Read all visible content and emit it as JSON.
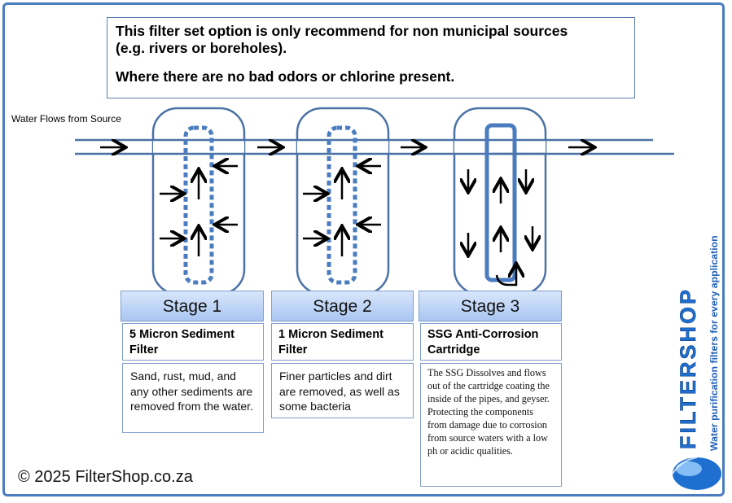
{
  "notice": {
    "line1": "This filter set option is only recommend for non municipal sources",
    "line2": "(e.g. rivers or boreholes).",
    "line3": "Where there are no bad odors or chlorine present."
  },
  "flow_label": "Water Flows from Source",
  "stages": [
    {
      "header": "Stage 1",
      "title": "5 Micron Sediment Filter",
      "description": "Sand, rust, mud, and any other sediments are removed from the water."
    },
    {
      "header": "Stage 2",
      "title": "1 Micron Sediment Filter",
      "description": "Finer particles and dirt are removed, as well as some bacteria"
    },
    {
      "header": "Stage 3",
      "title": "SSG Anti-Corrosion Cartridge",
      "description": "The SSG Dissolves and flows out of the cartridge coating the inside of the pipes, and geyser. Protecting the components from damage due to corrosion from source waters with a low ph or acidic qualities."
    }
  ],
  "footer": {
    "copyright": "© 2025 FilterShop.co.za"
  },
  "brand": {
    "name": "FILTERSHOP",
    "tagline": "Water purification filters for every application",
    "accent_color": "#1f6fd1",
    "pipe_color": "#4a72a6"
  }
}
